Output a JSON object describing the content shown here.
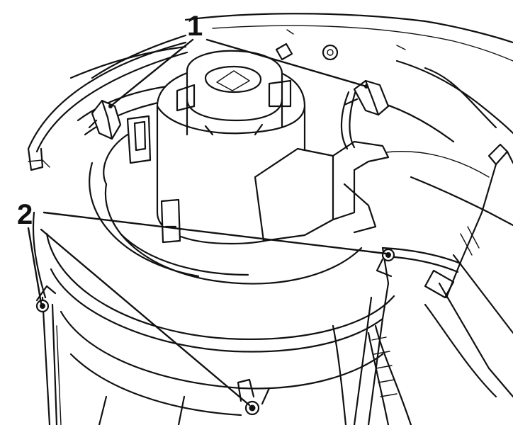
{
  "callouts": [
    {
      "id": "1",
      "label": "1"
    },
    {
      "id": "2",
      "label": "2"
    }
  ],
  "colors": {
    "ink": "#111111",
    "paper": "#ffffff"
  },
  "icons": [
    "clip",
    "screw",
    "fan-motor",
    "blower-housing",
    "wire-harness"
  ]
}
